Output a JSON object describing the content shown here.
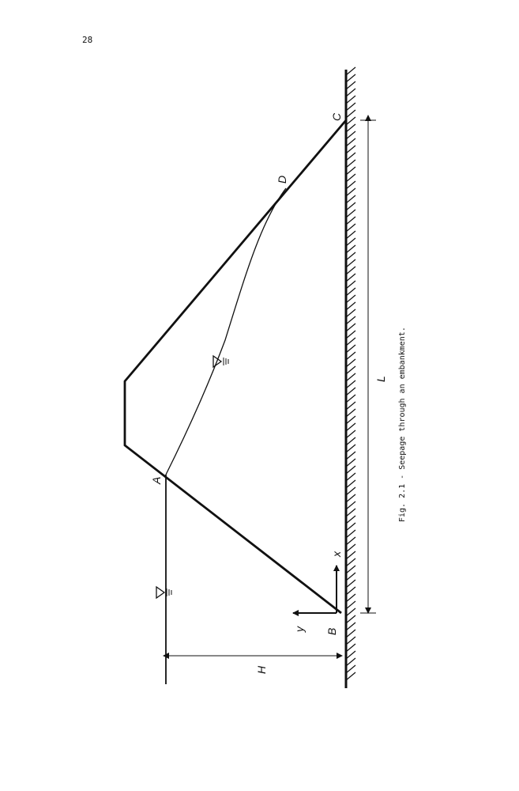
{
  "page": {
    "number": "28"
  },
  "figure": {
    "caption": "Fig. 2.1 - Seepage through an embankment.",
    "points": {
      "a": "A",
      "b": "B",
      "c": "C",
      "d": "D"
    },
    "dimensions": {
      "h": "H",
      "l": "L"
    },
    "axes": {
      "x": "x",
      "y": "y"
    }
  }
}
